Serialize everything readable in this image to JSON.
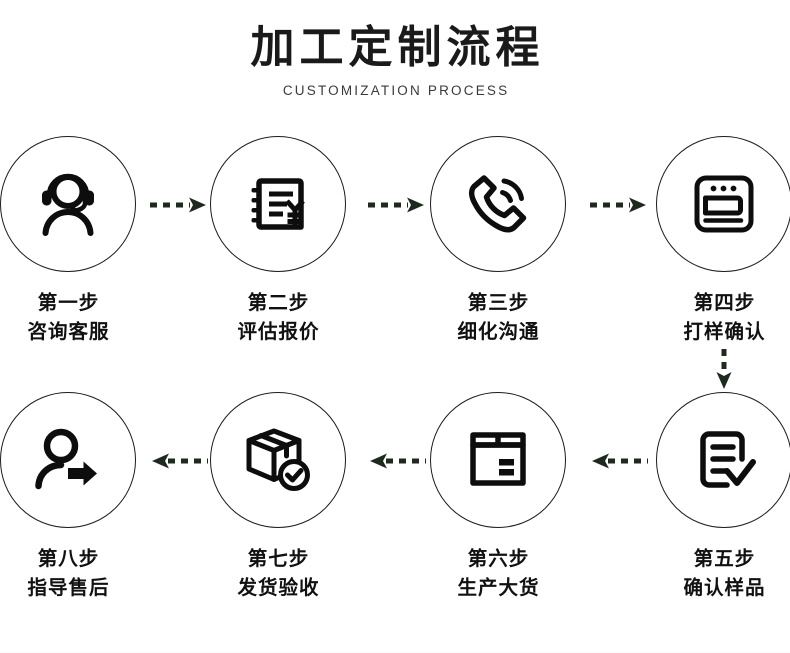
{
  "header": {
    "title": "加工定制流程",
    "subtitle": "CUSTOMIZATION PROCESS"
  },
  "colors": {
    "ink": "#1a1a1a",
    "icon_stroke": "#0d0d0d",
    "circle_stroke": "#1c1c1c",
    "arrow": "#1f2a1f",
    "background": "#ffffff"
  },
  "flow": {
    "direction_top_row": "left-to-right",
    "direction_bottom_row": "right-to-left",
    "connector_between_rows": "down-arrow",
    "arrow_style": "dashed-with-solid-head"
  },
  "steps": [
    {
      "index": 1,
      "step_label": "第一步",
      "name_label": "咨询客服",
      "icon": "headset-support-agent-icon"
    },
    {
      "index": 2,
      "step_label": "第二步",
      "name_label": "评估报价",
      "icon": "invoice-yuan-quote-icon"
    },
    {
      "index": 3,
      "step_label": "第三步",
      "name_label": "细化沟通",
      "icon": "phone-call-waves-icon"
    },
    {
      "index": 4,
      "step_label": "第四步",
      "name_label": "打样确认",
      "icon": "sewing-machine-icon"
    },
    {
      "index": 5,
      "step_label": "第五步",
      "name_label": "确认样品",
      "icon": "document-checkmark-icon"
    },
    {
      "index": 6,
      "step_label": "第六步",
      "name_label": "生产大货",
      "icon": "carton-box-front-icon"
    },
    {
      "index": 7,
      "step_label": "第七步",
      "name_label": "发货验收",
      "icon": "package-verified-icon"
    },
    {
      "index": 8,
      "step_label": "第八步",
      "name_label": "指导售后",
      "icon": "person-arrow-guidance-icon"
    }
  ]
}
